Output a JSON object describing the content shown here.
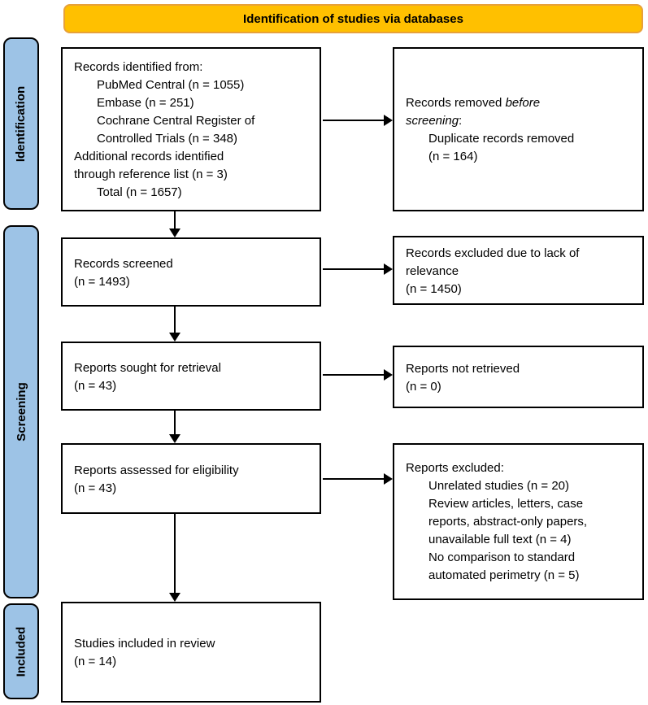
{
  "banner": {
    "label": "Identification of studies via databases"
  },
  "colors": {
    "banner_fill": "#FFC000",
    "banner_border": "#E7A13A",
    "stage_fill": "#9DC3E6",
    "box_border": "#000000",
    "text": "#000000"
  },
  "stages": [
    {
      "label": "Identification"
    },
    {
      "label": "Screening"
    },
    {
      "label": "Included"
    }
  ],
  "boxes": {
    "records_identified": {
      "lines": [
        {
          "text": "Records identified from:",
          "indent": 0
        },
        {
          "text": "PubMed Central (n = 1055)",
          "indent": 1
        },
        {
          "text": "Embase (n = 251)",
          "indent": 1
        },
        {
          "text": "Cochrane Central Register of",
          "indent": 1
        },
        {
          "text": "Controlled Trials (n = 348)",
          "indent": 1
        },
        {
          "text": "Additional records identified",
          "indent": 0
        },
        {
          "text": "through reference list (n = 3)",
          "indent": 0
        },
        {
          "text": "Total (n = 1657)",
          "indent": 1
        }
      ]
    },
    "records_removed": {
      "line1_normal": "Records removed ",
      "line1_italic": "before",
      "line2_italic": "screening",
      "line2_normal": ":",
      "lines": [
        {
          "text": "Duplicate records removed",
          "indent": 1
        },
        {
          "text": "(n = 164)",
          "indent": 1
        }
      ]
    },
    "records_screened": {
      "lines": [
        {
          "text": "Records screened",
          "indent": 0
        },
        {
          "text": "(n = 1493)",
          "indent": 0
        }
      ]
    },
    "records_excluded": {
      "lines": [
        {
          "text": "Records excluded due to lack of",
          "indent": 0
        },
        {
          "text": "relevance",
          "indent": 0
        },
        {
          "text": "(n = 1450)",
          "indent": 0
        }
      ]
    },
    "reports_sought": {
      "lines": [
        {
          "text": "Reports sought for retrieval",
          "indent": 0
        },
        {
          "text": "(n = 43)",
          "indent": 0
        }
      ]
    },
    "reports_not_retrieved": {
      "lines": [
        {
          "text": "Reports not retrieved",
          "indent": 0
        },
        {
          "text": "(n = 0)",
          "indent": 0
        }
      ]
    },
    "reports_assessed": {
      "lines": [
        {
          "text": "Reports assessed for eligibility",
          "indent": 0
        },
        {
          "text": "(n = 43)",
          "indent": 0
        }
      ]
    },
    "reports_excluded": {
      "lines": [
        {
          "text": "Reports excluded:",
          "indent": 0
        },
        {
          "text": "Unrelated studies (n = 20)",
          "indent": 1
        },
        {
          "text": "Review articles, letters, case",
          "indent": 1
        },
        {
          "text": "reports, abstract-only papers,",
          "indent": 1
        },
        {
          "text": "unavailable full text (n = 4)",
          "indent": 1
        },
        {
          "text": "No comparison to standard",
          "indent": 1
        },
        {
          "text": "automated perimetry (n = 5)",
          "indent": 1
        }
      ]
    },
    "studies_included": {
      "lines": [
        {
          "text": "Studies included in review",
          "indent": 0
        },
        {
          "text": "(n = 14)",
          "indent": 0
        }
      ]
    }
  }
}
